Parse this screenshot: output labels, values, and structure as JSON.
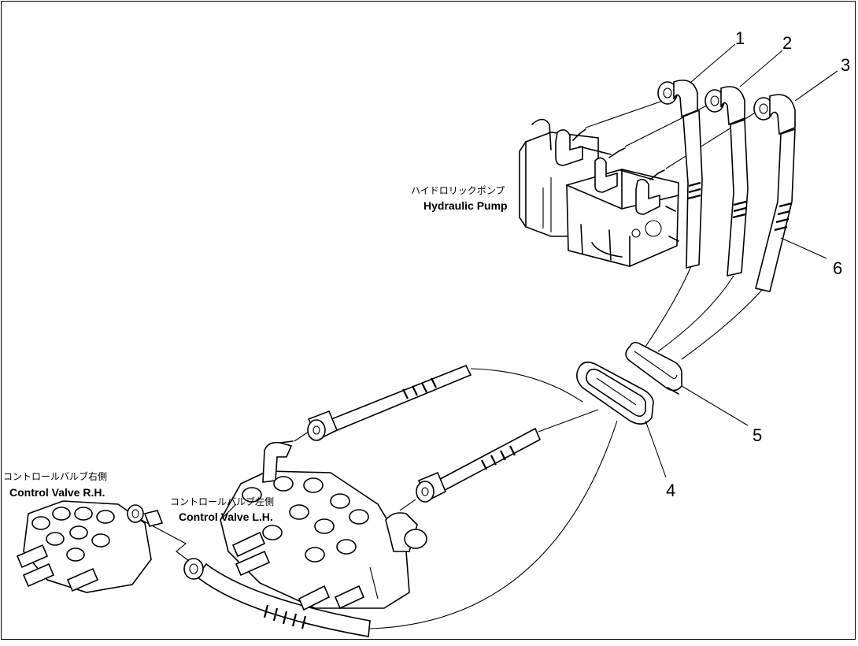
{
  "labels": {
    "pump_jp": "ハイドロリックポンプ",
    "pump_en": "Hydraulic Pump",
    "cv_rh_jp": "コントロールバルブ右側",
    "cv_rh_en": "Control Valve R.H.",
    "cv_lh_jp": "コントロールバルブ左側",
    "cv_lh_en": "Control Valve L.H."
  },
  "callouts": [
    "1",
    "2",
    "3",
    "4",
    "5",
    "6"
  ]
}
